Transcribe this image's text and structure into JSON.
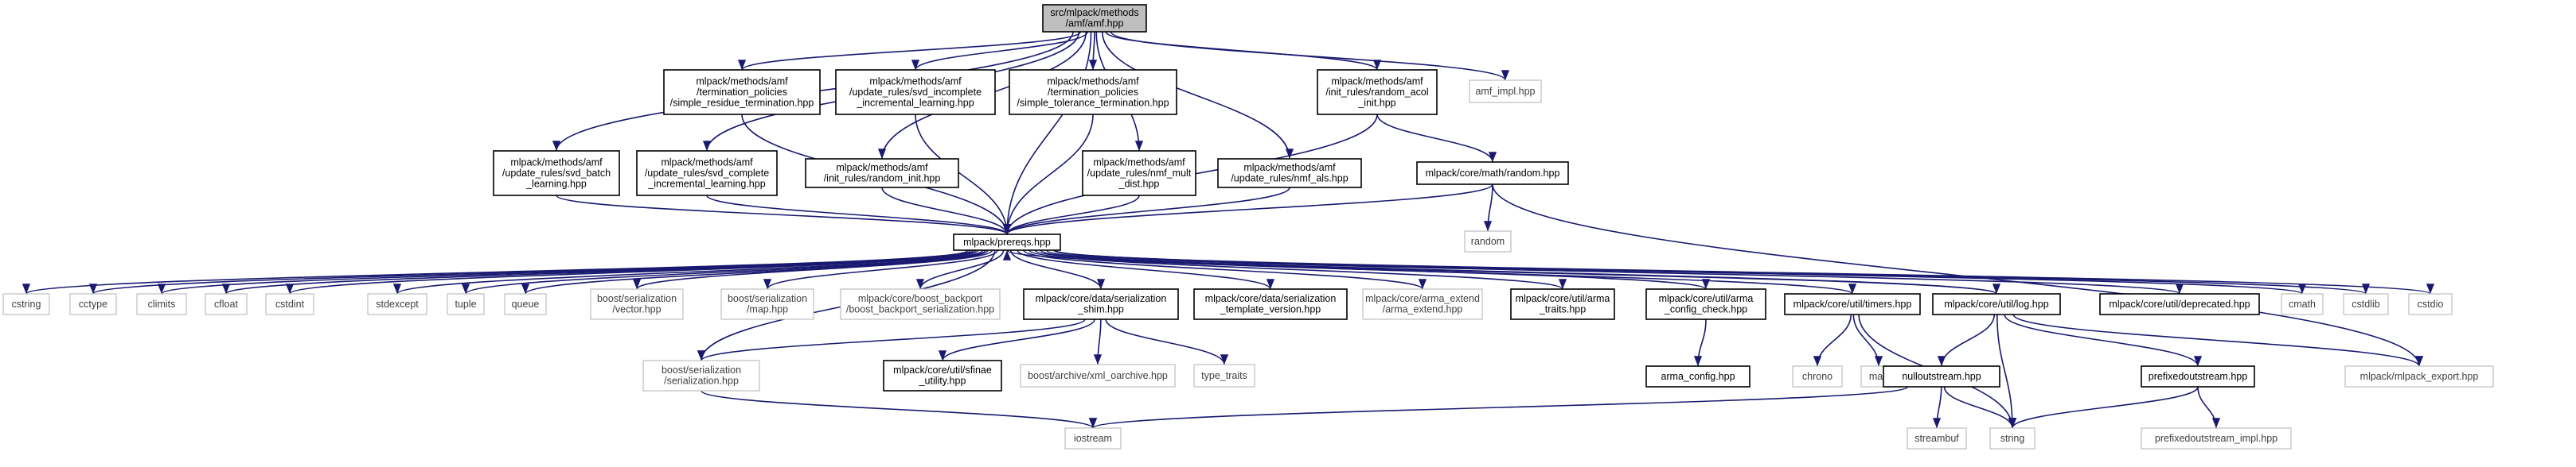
{
  "graph": {
    "edge_color": "#191970",
    "root_fill": "#bfbfbf",
    "nodes": [
      {
        "id": "root",
        "lines": [
          "src/mlpack/methods",
          "/amf/amf.hpp"
        ],
        "kind": "root"
      },
      {
        "id": "srt",
        "lines": [
          "mlpack/methods/amf",
          "/termination_policies",
          "/simple_residue_termination.hpp"
        ],
        "kind": "internal"
      },
      {
        "id": "svdinc",
        "lines": [
          "mlpack/methods/amf",
          "/update_rules/svd_incomplete",
          "_incremental_learning.hpp"
        ],
        "kind": "internal"
      },
      {
        "id": "stt",
        "lines": [
          "mlpack/methods/amf",
          "/termination_policies",
          "/simple_tolerance_termination.hpp"
        ],
        "kind": "internal"
      },
      {
        "id": "racol",
        "lines": [
          "mlpack/methods/amf",
          "/init_rules/random_acol",
          "_init.hpp"
        ],
        "kind": "internal"
      },
      {
        "id": "amfimpl",
        "lines": [
          "amf_impl.hpp"
        ],
        "kind": "external"
      },
      {
        "id": "svdbatch",
        "lines": [
          "mlpack/methods/amf",
          "/update_rules/svd_batch",
          "_learning.hpp"
        ],
        "kind": "internal"
      },
      {
        "id": "svdcomp",
        "lines": [
          "mlpack/methods/amf",
          "/update_rules/svd_complete",
          "_incremental_learning.hpp"
        ],
        "kind": "internal"
      },
      {
        "id": "rinit",
        "lines": [
          "mlpack/methods/amf",
          "/init_rules/random_init.hpp"
        ],
        "kind": "internal"
      },
      {
        "id": "nmfmult",
        "lines": [
          "mlpack/methods/amf",
          "/update_rules/nmf_mult",
          "_dist.hpp"
        ],
        "kind": "internal"
      },
      {
        "id": "nmfals",
        "lines": [
          "mlpack/methods/amf",
          "/update_rules/nmf_als.hpp"
        ],
        "kind": "internal"
      },
      {
        "id": "random",
        "lines": [
          "mlpack/core/math/random.hpp"
        ],
        "kind": "internal"
      },
      {
        "id": "prereqs",
        "lines": [
          "mlpack/prereqs.hpp"
        ],
        "kind": "internal"
      },
      {
        "id": "randomstd",
        "lines": [
          "random"
        ],
        "kind": "external"
      },
      {
        "id": "cstring",
        "lines": [
          "cstring"
        ],
        "kind": "external"
      },
      {
        "id": "cctype",
        "lines": [
          "cctype"
        ],
        "kind": "external"
      },
      {
        "id": "climits",
        "lines": [
          "climits"
        ],
        "kind": "external"
      },
      {
        "id": "cfloat",
        "lines": [
          "cfloat"
        ],
        "kind": "external"
      },
      {
        "id": "cstdint",
        "lines": [
          "cstdint"
        ],
        "kind": "external"
      },
      {
        "id": "stdexcept",
        "lines": [
          "stdexcept"
        ],
        "kind": "external"
      },
      {
        "id": "tuple",
        "lines": [
          "tuple"
        ],
        "kind": "external"
      },
      {
        "id": "queue",
        "lines": [
          "queue"
        ],
        "kind": "external"
      },
      {
        "id": "bsvector",
        "lines": [
          "boost/serialization",
          "/vector.hpp"
        ],
        "kind": "external"
      },
      {
        "id": "bsmap",
        "lines": [
          "boost/serialization",
          "/map.hpp"
        ],
        "kind": "external"
      },
      {
        "id": "bbs",
        "lines": [
          "mlpack/core/boost_backport",
          "/boost_backport_serialization.hpp"
        ],
        "kind": "external"
      },
      {
        "id": "shim",
        "lines": [
          "mlpack/core/data/serialization",
          "_shim.hpp"
        ],
        "kind": "internal"
      },
      {
        "id": "tv",
        "lines": [
          "mlpack/core/data/serialization",
          "_template_version.hpp"
        ],
        "kind": "internal"
      },
      {
        "id": "armaext",
        "lines": [
          "mlpack/core/arma_extend",
          "/arma_extend.hpp"
        ],
        "kind": "external"
      },
      {
        "id": "armatraits",
        "lines": [
          "mlpack/core/util/arma",
          "_traits.hpp"
        ],
        "kind": "internal"
      },
      {
        "id": "armacc",
        "lines": [
          "mlpack/core/util/arma",
          "_config_check.hpp"
        ],
        "kind": "internal"
      },
      {
        "id": "timers",
        "lines": [
          "mlpack/core/util/timers.hpp"
        ],
        "kind": "internal"
      },
      {
        "id": "log",
        "lines": [
          "mlpack/core/util/log.hpp"
        ],
        "kind": "internal"
      },
      {
        "id": "deprecated",
        "lines": [
          "mlpack/core/util/deprecated.hpp"
        ],
        "kind": "internal"
      },
      {
        "id": "cmath",
        "lines": [
          "cmath"
        ],
        "kind": "external"
      },
      {
        "id": "cstdlib",
        "lines": [
          "cstdlib"
        ],
        "kind": "external"
      },
      {
        "id": "cstdio",
        "lines": [
          "cstdio"
        ],
        "kind": "external"
      },
      {
        "id": "bsser",
        "lines": [
          "boost/serialization",
          "/serialization.hpp"
        ],
        "kind": "external"
      },
      {
        "id": "sfinae",
        "lines": [
          "mlpack/core/util/sfinae",
          "_utility.hpp"
        ],
        "kind": "internal"
      },
      {
        "id": "xmlo",
        "lines": [
          "boost/archive/xml_oarchive.hpp"
        ],
        "kind": "external"
      },
      {
        "id": "typetraits",
        "lines": [
          "type_traits"
        ],
        "kind": "external"
      },
      {
        "id": "armacfg",
        "lines": [
          "arma_config.hpp"
        ],
        "kind": "internal"
      },
      {
        "id": "chrono",
        "lines": [
          "chrono"
        ],
        "kind": "external"
      },
      {
        "id": "map",
        "lines": [
          "map"
        ],
        "kind": "external"
      },
      {
        "id": "nullout",
        "lines": [
          "nulloutstream.hpp"
        ],
        "kind": "internal"
      },
      {
        "id": "prefixed",
        "lines": [
          "prefixedoutstream.hpp"
        ],
        "kind": "internal"
      },
      {
        "id": "export",
        "lines": [
          "mlpack/mlpack_export.hpp"
        ],
        "kind": "external"
      },
      {
        "id": "iostream",
        "lines": [
          "iostream"
        ],
        "kind": "external"
      },
      {
        "id": "streambuf",
        "lines": [
          "streambuf"
        ],
        "kind": "external"
      },
      {
        "id": "string",
        "lines": [
          "string"
        ],
        "kind": "external"
      },
      {
        "id": "prefimpl",
        "lines": [
          "prefixedoutstream_impl.hpp"
        ],
        "kind": "external"
      }
    ],
    "edges": [
      [
        "root",
        "srt"
      ],
      [
        "root",
        "svdinc"
      ],
      [
        "root",
        "stt"
      ],
      [
        "root",
        "racol"
      ],
      [
        "root",
        "amfimpl"
      ],
      [
        "root",
        "svdbatch"
      ],
      [
        "root",
        "svdcomp"
      ],
      [
        "root",
        "rinit"
      ],
      [
        "root",
        "nmfmult"
      ],
      [
        "root",
        "nmfals"
      ],
      [
        "root",
        "prereqs"
      ],
      [
        "srt",
        "prereqs"
      ],
      [
        "svdinc",
        "prereqs"
      ],
      [
        "stt",
        "prereqs"
      ],
      [
        "racol",
        "prereqs"
      ],
      [
        "racol",
        "random"
      ],
      [
        "svdbatch",
        "prereqs"
      ],
      [
        "svdcomp",
        "prereqs"
      ],
      [
        "rinit",
        "prereqs"
      ],
      [
        "nmfmult",
        "prereqs"
      ],
      [
        "nmfals",
        "prereqs"
      ],
      [
        "random",
        "prereqs"
      ],
      [
        "random",
        "randomstd"
      ],
      [
        "random",
        "export"
      ],
      [
        "prereqs",
        "cstring"
      ],
      [
        "prereqs",
        "cctype"
      ],
      [
        "prereqs",
        "climits"
      ],
      [
        "prereqs",
        "cfloat"
      ],
      [
        "prereqs",
        "cstdint"
      ],
      [
        "prereqs",
        "stdexcept"
      ],
      [
        "prereqs",
        "tuple"
      ],
      [
        "prereqs",
        "queue"
      ],
      [
        "prereqs",
        "bsvector"
      ],
      [
        "prereqs",
        "bsmap"
      ],
      [
        "prereqs",
        "bbs"
      ],
      [
        "prereqs",
        "shim"
      ],
      [
        "prereqs",
        "tv"
      ],
      [
        "prereqs",
        "armaext"
      ],
      [
        "prereqs",
        "armatraits"
      ],
      [
        "prereqs",
        "armacc"
      ],
      [
        "prereqs",
        "timers"
      ],
      [
        "prereqs",
        "log"
      ],
      [
        "prereqs",
        "deprecated"
      ],
      [
        "prereqs",
        "cmath"
      ],
      [
        "prereqs",
        "cstdlib"
      ],
      [
        "prereqs",
        "cstdio"
      ],
      [
        "prereqs",
        "bsser"
      ],
      [
        "shim",
        "bsser"
      ],
      [
        "shim",
        "sfinae"
      ],
      [
        "shim",
        "xmlo"
      ],
      [
        "shim",
        "typetraits"
      ],
      [
        "armacc",
        "armacfg"
      ],
      [
        "timers",
        "chrono"
      ],
      [
        "timers",
        "map"
      ],
      [
        "timers",
        "string"
      ],
      [
        "log",
        "nullout"
      ],
      [
        "log",
        "prefixed"
      ],
      [
        "log",
        "export"
      ],
      [
        "log",
        "string"
      ],
      [
        "log",
        "prereqs"
      ],
      [
        "nullout",
        "iostream"
      ],
      [
        "nullout",
        "streambuf"
      ],
      [
        "nullout",
        "string"
      ],
      [
        "prefixed",
        "string"
      ],
      [
        "prefixed",
        "prefimpl"
      ],
      [
        "bsser",
        "iostream"
      ]
    ]
  }
}
